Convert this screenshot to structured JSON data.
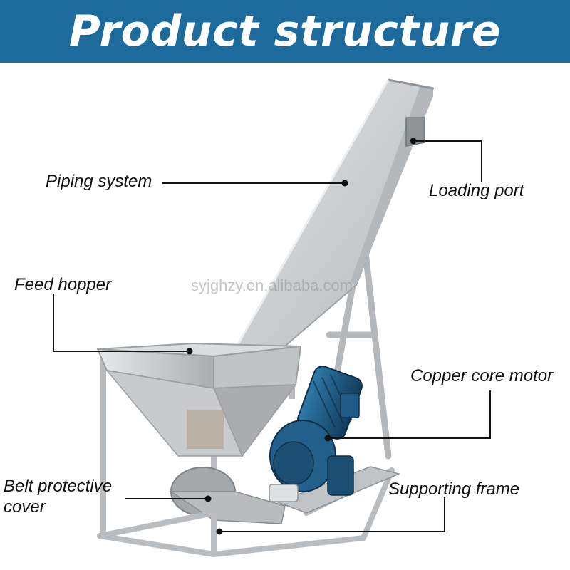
{
  "header": {
    "title": "Product structure",
    "bg_color": "#1d6a9c"
  },
  "watermark": "syjghzy.en.alibaba.com",
  "labels": {
    "piping_system": "Piping system",
    "loading_port": "Loading port",
    "feed_hopper": "Feed hopper",
    "copper_core_motor": "Copper core motor",
    "belt_protective_cover_line1": "Belt protective",
    "belt_protective_cover_line2": "cover",
    "supporting_frame": "Supporting frame"
  },
  "colors": {
    "steel": "#c9ccce",
    "motor": "#1f5b86",
    "leader": "#111111"
  }
}
